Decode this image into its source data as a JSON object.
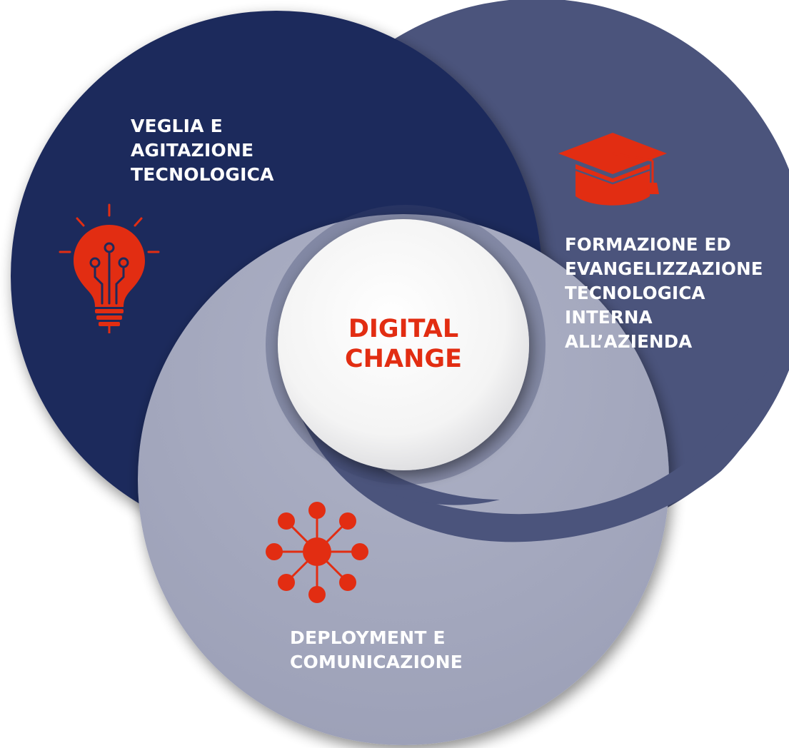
{
  "diagram": {
    "center": {
      "lines": [
        "DIGITAL",
        "CHANGE"
      ]
    },
    "sections": {
      "veglia": {
        "lines": [
          "VEGLIA E",
          "AGITAZIONE",
          "TECNOLOGICA"
        ],
        "icon": "lightbulb-circuit-icon"
      },
      "formazione": {
        "lines": [
          "FORMAZIONE ED",
          "EVANGELIZZAZIONE",
          "TECNOLOGICA",
          "INTERNA",
          "ALL’AZIENDA"
        ],
        "icon": "graduation-cap-icon"
      },
      "deployment": {
        "lines": [
          "DEPLOYMENT E",
          "COMUNICAZIONE"
        ],
        "icon": "network-hub-icon"
      }
    },
    "colors": {
      "dark_navy": "#1f2a5b",
      "mid_slate": "#4b547c",
      "light_lavender": "#a3a7bd",
      "accent_red": "#e22d12",
      "center_white": "#ffffff"
    }
  }
}
